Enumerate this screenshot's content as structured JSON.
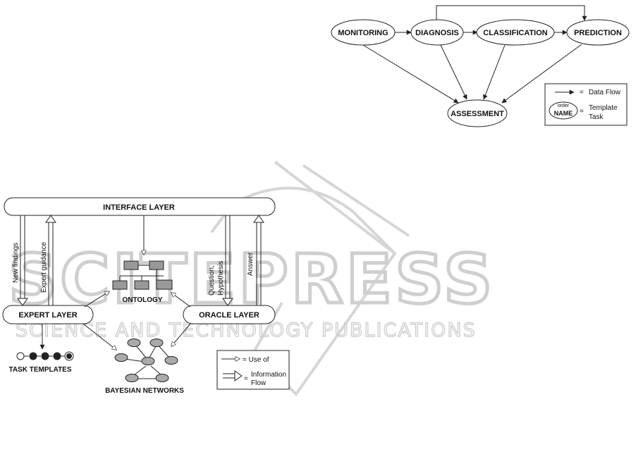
{
  "task_flow": {
    "nodes": {
      "monitoring": "MONITORING",
      "diagnosis": "DIAGNOSIS",
      "classification": "CLASSIFICATION",
      "prediction": "PREDICTION",
      "assessment": "ASSESSMENT"
    },
    "legend": {
      "data_flow_label": "Data Flow",
      "equals": "=",
      "order_label": "order",
      "name_label": "NAME",
      "template_task_line1": "Template",
      "template_task_line2": "Task"
    }
  },
  "architecture": {
    "interface_layer": "INTERFACE LAYER",
    "expert_layer": "EXPERT LAYER",
    "oracle_layer": "ORACLE LAYER",
    "ontology": "ONTOLOGY",
    "task_templates": "TASK TEMPLATES",
    "bayesian_networks": "BAYESIAN NETWORKS",
    "flows": {
      "new_findings": "New findings",
      "expert_guidance": "Expert guidance",
      "question_line1": "Question,",
      "question_line2": "Hypothesis",
      "answer": "Answer"
    },
    "legend": {
      "use_of": "= Use of",
      "equals": "=",
      "information_line1": "Information",
      "information_line2": "Flow"
    }
  },
  "watermark": {
    "brand": "SCITEPRESS",
    "tagline": "SCIENCE AND TECHNOLOGY PUBLICATIONS",
    "color": "#cfcfcf"
  }
}
